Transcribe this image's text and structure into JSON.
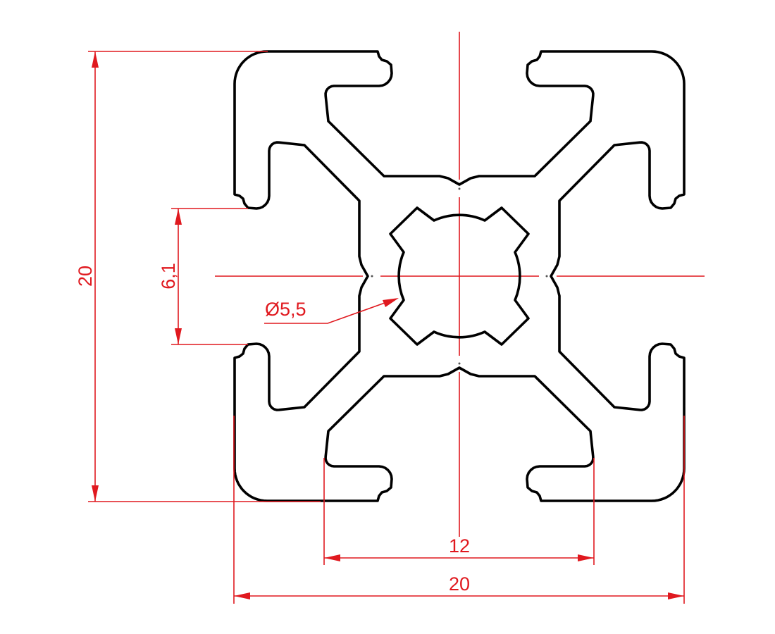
{
  "drawing": {
    "title": "Aluminium profile 20x20 cross-section",
    "colors": {
      "outline": "#000000",
      "dimension": "#e0191f",
      "background": "#ffffff"
    },
    "dimensions": {
      "height": "20",
      "slot_opening": "6,1",
      "bore_diameter": "Ø5,5",
      "slot_spacing": "12",
      "width": "20"
    }
  }
}
